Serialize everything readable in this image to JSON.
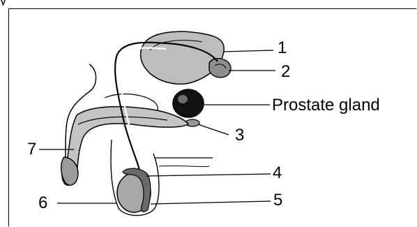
{
  "labels": {
    "l1": "1",
    "l2": "2",
    "prostate": "Prostate gland",
    "l3": "3",
    "l4": "4",
    "l5": "5",
    "l6": "6",
    "l7": "7"
  }
}
